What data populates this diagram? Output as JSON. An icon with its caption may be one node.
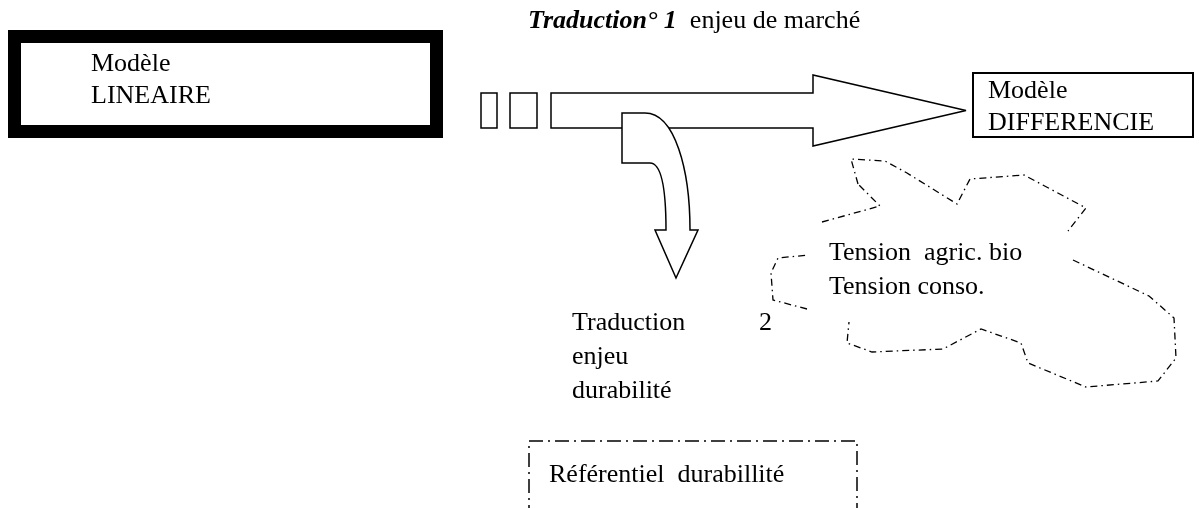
{
  "diagram": {
    "nodes": [
      {
        "text": [
          "Modèle LINEAIRE"
        ]
      },
      {
        "text": [
          "Modèle DIFFERENCIE"
        ]
      },
      {
        "text": [
          "Traduction",
          "2",
          "enjeu durabilité"
        ]
      },
      {
        "text": [
          "Tension  agric. bio",
          "Tension conso."
        ]
      },
      {
        "text": [
          "Référentiel  durabillité"
        ]
      }
    ],
    "edges": [
      {
        "from": 0,
        "to": 1,
        "arrow": "to",
        "label": "**Traduction° 1**  enjeu de marché"
      },
      {
        "from": null,
        "to": 2,
        "arrow": "to"
      }
    ]
  }
}
